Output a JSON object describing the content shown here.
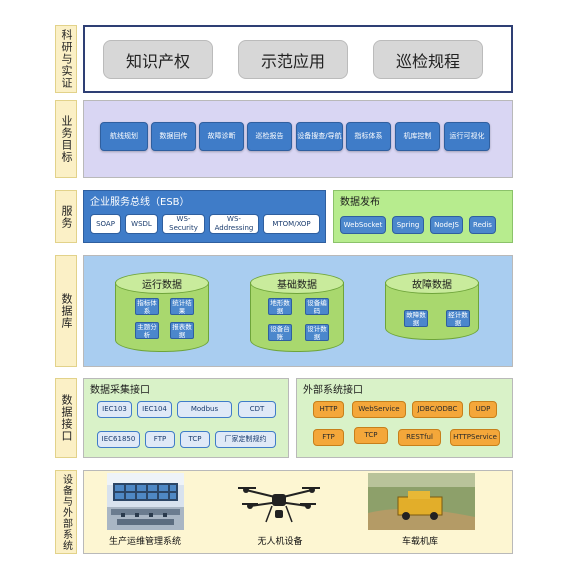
{
  "rows": {
    "r1": {
      "label": "科研与实证",
      "items": [
        "知识产权",
        "示范应用",
        "巡检规程"
      ]
    },
    "r2": {
      "label": "业务目标",
      "items": [
        "航线规划",
        "数据回传",
        "故障诊断",
        "巡检报告",
        "设备搜查/导航",
        "指标体系",
        "机库控制",
        "运行可视化"
      ]
    },
    "r3": {
      "label": "服务",
      "esb_title": "企业服务总线（ESB）",
      "esb_items": [
        "SOAP",
        "WSDL",
        "WS-Security",
        "WS-Addressing",
        "MTOM/XOP"
      ],
      "pub_title": "数据发布",
      "pub_items": [
        "WebSocket",
        "Spring",
        "NodeJS",
        "Redis"
      ]
    },
    "r4": {
      "label": "数据库",
      "dbs": [
        {
          "title": "运行数据",
          "items": [
            "指标体系",
            "统计结果",
            "主题分析",
            "报表数据"
          ]
        },
        {
          "title": "基础数据",
          "items": [
            "地形数据",
            "设备编码",
            "设备台账",
            "设计数据"
          ]
        },
        {
          "title": "故障数据",
          "items": [
            "故障数据",
            "经计数据"
          ]
        }
      ]
    },
    "r5": {
      "label": "数据接口",
      "collect_title": "数据采集接口",
      "collect_items": [
        "IEC103",
        "IEC104",
        "Modbus",
        "CDT",
        "IEC61850",
        "FTP",
        "TCP",
        "厂家定制规约"
      ],
      "ext_title": "外部系统接口",
      "ext_items": [
        "HTTP",
        "WebService",
        "JDBC/ODBC",
        "UDP",
        "FTP",
        "TCP",
        "RESTful",
        "HTTPService"
      ]
    },
    "r6": {
      "label": "设备与外部系统",
      "items": [
        "生产运维管理系统",
        "无人机设备",
        "车载机库"
      ]
    }
  },
  "colors": {
    "label_bg": "#fbf0c6",
    "row2_bg": "#d9d6f3",
    "service_bg": "#3f7cc8",
    "publish_bg": "#b7ec8e",
    "db_bg": "#a9cdf0",
    "interface_bg": "#d9f2c8",
    "device_bg": "#fdf6d2",
    "chip_blue": "#3f7cc8",
    "chip_orange": "#f4a73a"
  }
}
